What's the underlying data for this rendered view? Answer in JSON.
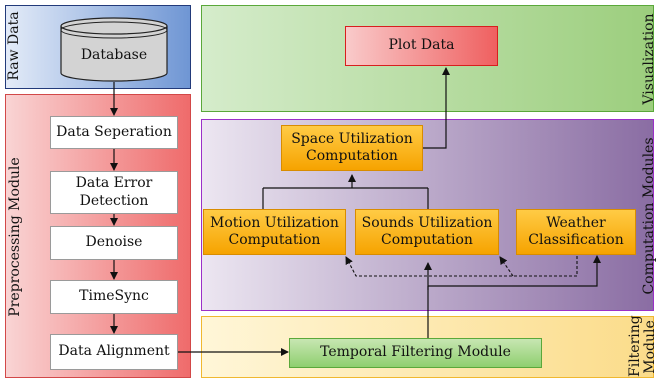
{
  "sections": {
    "raw_data": "Raw Data",
    "preprocessing": "Preprocessing Module",
    "visualization": "Visualization",
    "computation": "Computation Modules",
    "filtering_line1": "Filtering",
    "filtering_line2": "Module"
  },
  "nodes": {
    "database": "Database",
    "data_separation": "Data Seperation",
    "data_error_line1": "Data Error",
    "data_error_line2": "Detection",
    "denoise": "Denoise",
    "timesync": "TimeSync",
    "data_alignment": "Data Alignment",
    "plot_data": "Plot Data",
    "space_line1": "Space Utilization",
    "space_line2": "Computation",
    "motion_line1": "Motion Utilization",
    "motion_line2": "Computation",
    "sounds_line1": "Sounds Utilization",
    "sounds_line2": "Computation",
    "weather_line1": "Weather",
    "weather_line2": "Classification",
    "temporal": "Temporal Filtering Module"
  },
  "colors": {
    "raw_data_panel": "#6f96d4",
    "preprocessing_panel": "#ef6b6b",
    "visualization_panel": "#9cce7d",
    "computation_panel": "#8a6da3",
    "filtering_panel": "#fbdc8a",
    "orange_box": "#f6a300",
    "plot_data_box": "#ef6060",
    "temporal_box": "#8fcf6f"
  }
}
